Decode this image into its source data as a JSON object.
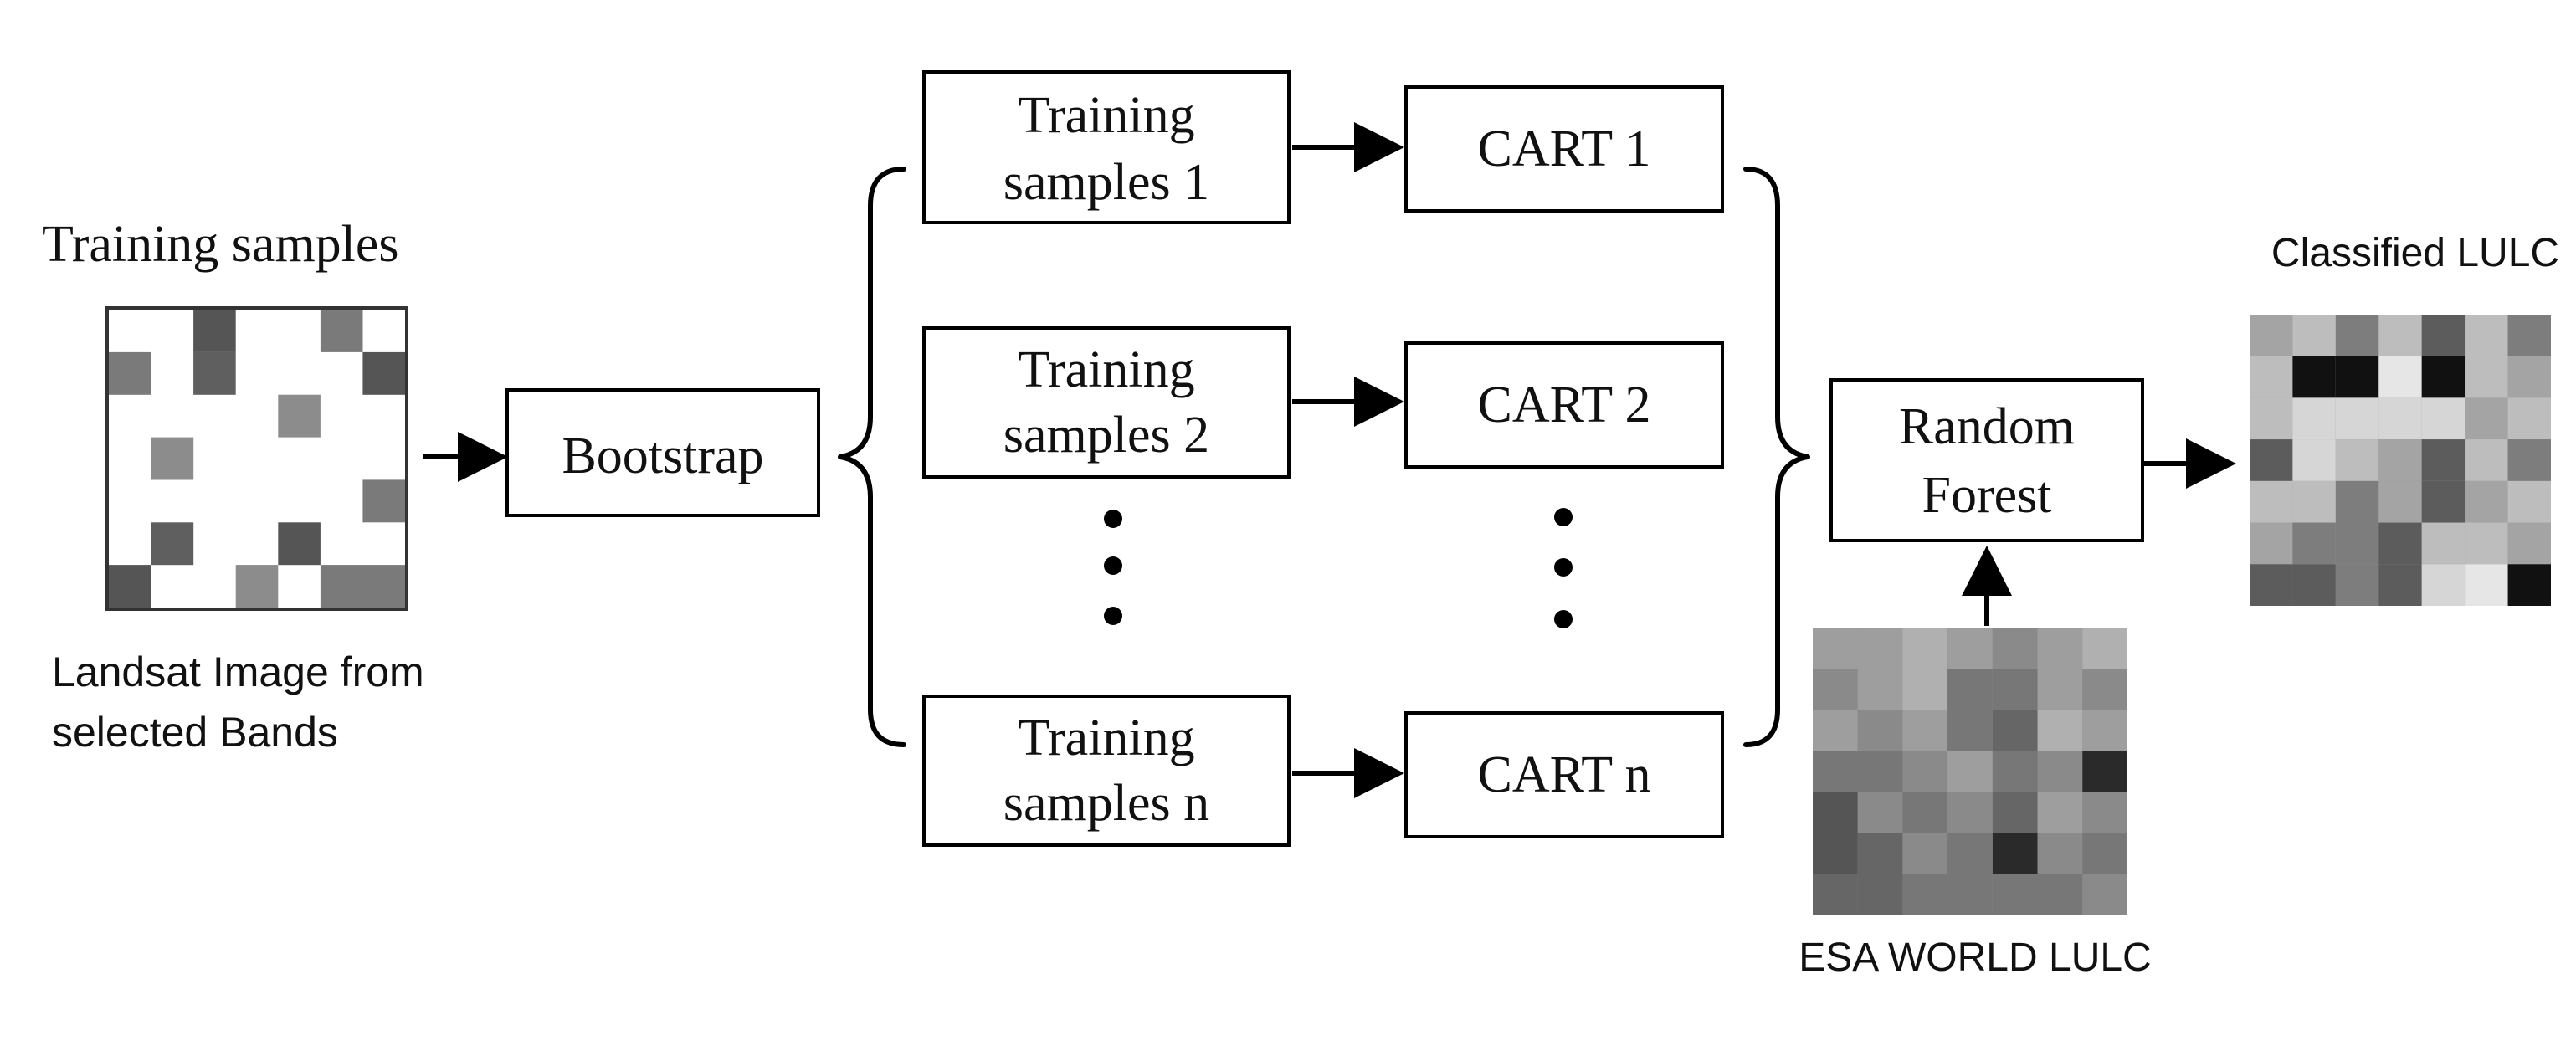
{
  "diagram": {
    "left": {
      "title": "Training samples",
      "caption_line1": "Landsat Image from",
      "caption_line2": "selected Bands"
    },
    "bootstrap_label": "Bootstrap",
    "training_boxes": [
      {
        "line1": "Training",
        "line2": "samples 1"
      },
      {
        "line1": "Training",
        "line2": "samples 2"
      },
      {
        "line1": "Training",
        "line2": "samples n"
      }
    ],
    "cart_boxes": [
      "CART 1",
      "CART 2",
      "CART n"
    ],
    "random_forest": {
      "line1": "Random",
      "line2": "Forest"
    },
    "classified_label": "Classified LULC",
    "esa_label": "ESA WORLD LULC"
  }
}
